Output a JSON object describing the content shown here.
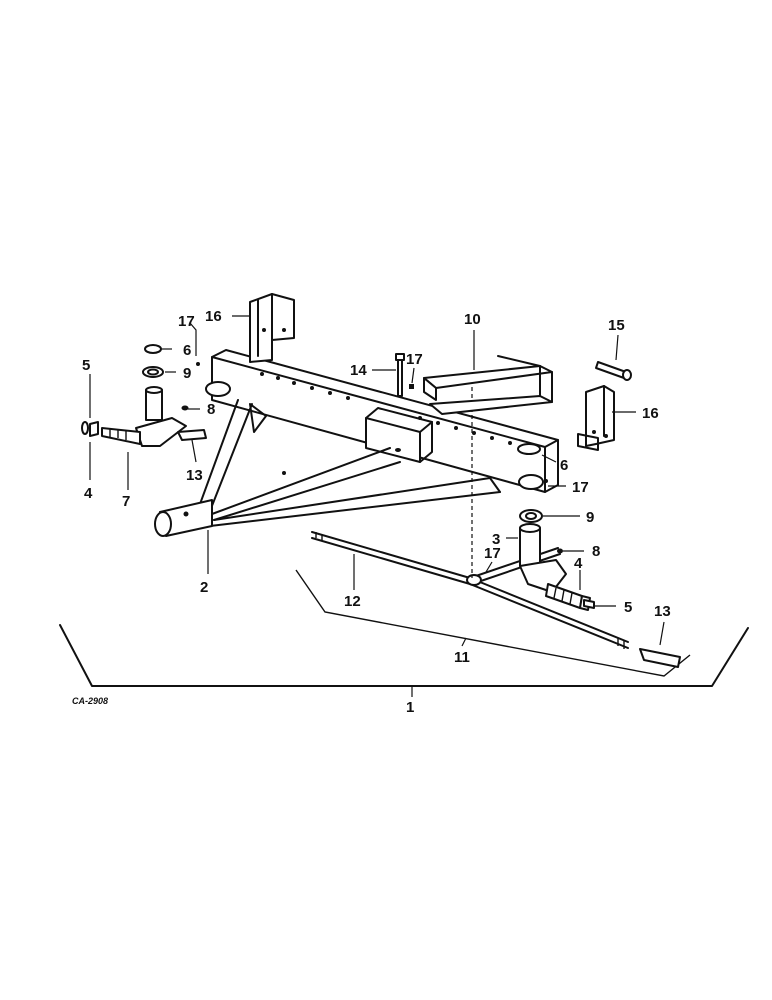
{
  "drawing_code": "CA-2908",
  "callouts": [
    "1",
    "2",
    "3",
    "4",
    "4",
    "5",
    "5",
    "6",
    "6",
    "7",
    "8",
    "8",
    "9",
    "9",
    "10",
    "11",
    "12",
    "13",
    "13",
    "14",
    "15",
    "16",
    "16",
    "17",
    "17",
    "17",
    "17"
  ]
}
